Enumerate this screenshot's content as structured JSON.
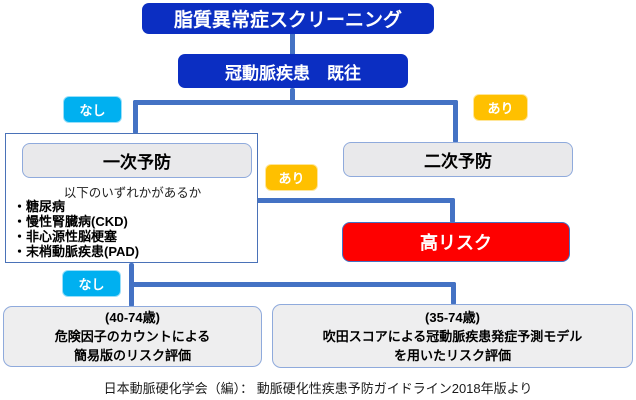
{
  "diagram": {
    "title": "脂質異常症スクリーニング",
    "cad_box": "冠動脈疾患　既往",
    "branch_labels": {
      "no_left": "なし",
      "yes_right": "あり",
      "yes_mid": "あり",
      "no_bottom": "なし"
    },
    "primary": {
      "heading": "一次予防",
      "question": "以下のいずれかがあるか",
      "conditions": [
        "・糖尿病",
        "・慢性腎臓病(CKD)",
        "・非心源性脳梗塞",
        "・末梢動脈疾患(PAD)"
      ]
    },
    "secondary": {
      "heading": "二次予防"
    },
    "high_risk": "高リスク",
    "simple_assessment": {
      "lines": [
        "(40-74歳)",
        "危険因子のカウントによる",
        "簡易版のリスク評価"
      ]
    },
    "suita_assessment": {
      "lines": [
        "(35-74歳)",
        "吹田スコアによる冠動脈疾患発症予測モデル",
        "を用いたリスク評価"
      ]
    },
    "caption": "日本動脈硬化学会（編）： 動脈硬化性疾患予防ガイドライン2018年版より",
    "colors": {
      "deep_blue": "#0b2ec2",
      "cyan": "#00b0f0",
      "gold": "#ffc000",
      "red": "#fe0000",
      "connector": "#4472c4",
      "gray_fill": "#e9e9eb",
      "gray_border": "#8faadc"
    }
  }
}
